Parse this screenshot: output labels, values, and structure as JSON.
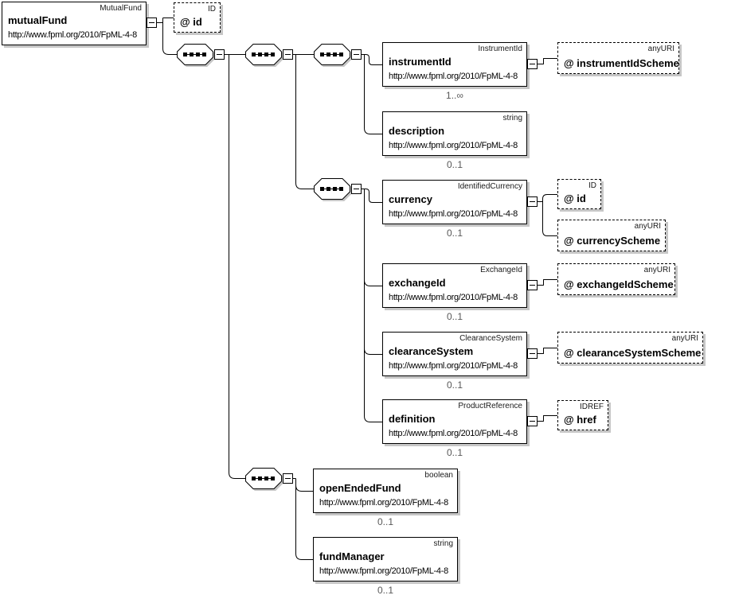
{
  "colors": {
    "background": "#ffffff",
    "box_border": "#000000",
    "connector_line": "#000000",
    "shadow": "#c6c6c6",
    "cardinality_text": "#585858"
  },
  "icons": {
    "sequence": "octagon-sequence-icon",
    "collapse": "minus-toggle-icon"
  },
  "nodes": {
    "mutualFund": {
      "type": "MutualFund",
      "name": "mutualFund",
      "ns": "http://www.fpml.org/2010/FpML-4-8"
    },
    "attrIdRoot": {
      "type": "ID",
      "name": "@ id"
    },
    "instrumentId": {
      "type": "InstrumentId",
      "name": "instrumentId",
      "ns": "http://www.fpml.org/2010/FpML-4-8",
      "card": "1..∞"
    },
    "attrInstrumentIdScheme": {
      "type": "anyURI",
      "name": "@ instrumentIdScheme"
    },
    "description": {
      "type": "string",
      "name": "description",
      "ns": "http://www.fpml.org/2010/FpML-4-8",
      "card": "0..1"
    },
    "currency": {
      "type": "IdentifiedCurrency",
      "name": "currency",
      "ns": "http://www.fpml.org/2010/FpML-4-8",
      "card": "0..1"
    },
    "attrIdCurrency": {
      "type": "ID",
      "name": "@ id"
    },
    "attrCurrencyScheme": {
      "type": "anyURI",
      "name": "@ currencyScheme"
    },
    "exchangeId": {
      "type": "ExchangeId",
      "name": "exchangeId",
      "ns": "http://www.fpml.org/2010/FpML-4-8",
      "card": "0..1"
    },
    "attrExchangeIdScheme": {
      "type": "anyURI",
      "name": "@ exchangeIdScheme"
    },
    "clearanceSystem": {
      "type": "ClearanceSystem",
      "name": "clearanceSystem",
      "ns": "http://www.fpml.org/2010/FpML-4-8",
      "card": "0..1"
    },
    "attrClearanceSystemScheme": {
      "type": "anyURI",
      "name": "@ clearanceSystemScheme"
    },
    "definition": {
      "type": "ProductReference",
      "name": "definition",
      "ns": "http://www.fpml.org/2010/FpML-4-8",
      "card": "0..1"
    },
    "attrHref": {
      "type": "IDREF",
      "name": "@ href"
    },
    "openEndedFund": {
      "type": "boolean",
      "name": "openEndedFund",
      "ns": "http://www.fpml.org/2010/FpML-4-8",
      "card": "0..1"
    },
    "fundManager": {
      "type": "string",
      "name": "fundManager",
      "ns": "http://www.fpml.org/2010/FpML-4-8",
      "card": "0..1"
    }
  }
}
